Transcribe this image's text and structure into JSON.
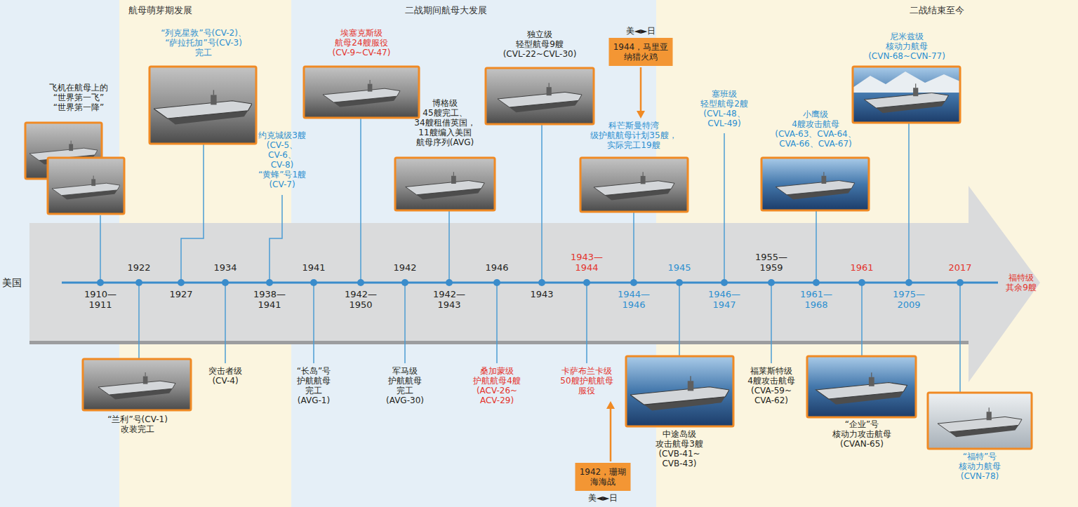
{
  "diagram": {
    "nodes": [
      {
        "text": [
          "航母萌芽期发展"
        ]
      },
      {
        "text": [
          "二战期间航母大发展"
        ]
      },
      {
        "text": [
          "二战结束至今"
        ]
      },
      {
        "text": [
          "美◄►日",
          "1944，马里亚 纳猎火鸡"
        ]
      },
      {
        "text": [
          "1942，珊瑚 海海战",
          "美◄►日"
        ]
      }
    ],
    "labels": [
      "美国",
      "飞机在航母上的 “世界第一飞” “世界第一降”",
      "“列克星敦”号(CV-2)、 “萨拉托加”号(CV-3) 完工",
      "约克城级3艘 (CV-5、 CV-6、 CV-8) “黄蜂”号1艘 (CV-7)",
      "埃塞克斯级 航母24艘服役 (CV-9~CV-47)",
      "博格级 45艘完工、 34艘租借英国， 11艘编入美国 航母序列(AVG)",
      "独立级 轻型航母9艘 (CVL-22~CVL-30)",
      "科芒斯曼特湾 级护航航母计划35艘， 实际完工19艘",
      "塞班级 轻型航母2艘 (CVL-48、 CVL-49)",
      "小鹰级 4艘攻击航母 (CVA-63、CVA-64、 CVA-66、CVA-67)",
      "尼米兹级 核动力航母 (CVN-68~CVN-77)",
      "1910— 1911",
      "1922",
      "1927",
      "1934",
      "1938— 1941",
      "1941",
      "1942— 1950",
      "1942",
      "1942— 1943",
      "1946",
      "1943",
      "1943— 1944",
      "1944— 1946",
      "1945",
      "1946— 1947",
      "1955— 1959",
      "1961— 1968",
      "1961",
      "1975— 2009",
      "2017",
      "福特级 其余9艘",
      "“兰利”号(CV-1) 改装完工",
      "突击者级 (CV-4)",
      "“长岛”号 护航航母 完工 (AVG-1)",
      "军马级 护航航母 完工 (AVG-30)",
      "桑加蒙级 护航航母4艘 (ACV-26~ ACV-29)",
      "卡萨布兰卡级 50艘护航航母 服役",
      "中途岛级 攻击航母3艘 (CVB-41~ CVB-43)",
      "福莱斯特级 4艘攻击航母 (CVA-59~ CVA-62)",
      "“企业”号 核动力攻击航母 (CVAN-65)",
      "“福特”号 核动力航母 (CVN-78)"
    ]
  }
}
